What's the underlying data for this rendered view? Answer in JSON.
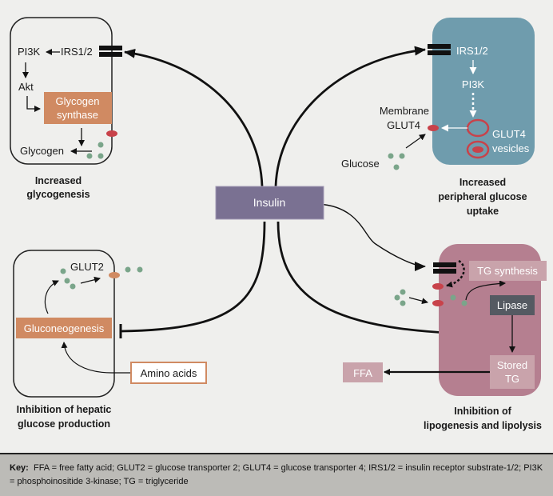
{
  "center": {
    "label": "Insulin"
  },
  "panels": {
    "glycogenesis": {
      "caption_line1": "Increased",
      "caption_line2": "glycogenesis",
      "labels": {
        "pi3k": "PI3K",
        "irs": "IRS1/2",
        "akt": "Akt",
        "enzyme_line1": "Glycogen",
        "enzyme_line2": "synthase",
        "product": "Glycogen"
      }
    },
    "peripheral_uptake": {
      "caption_line1": "Increased",
      "caption_line2": "peripheral glucose",
      "caption_line3": "uptake",
      "labels": {
        "irs": "IRS1/2",
        "pi3k": "PI3K",
        "membrane_line1": "Membrane",
        "membrane_line2": "GLUT4",
        "vesicles_line1": "GLUT4",
        "vesicles_line2": "vesicles",
        "glucose": "Glucose"
      }
    },
    "hepatic": {
      "caption_line1": "Inhibition of hepatic",
      "caption_line2": "glucose production",
      "labels": {
        "glut2": "GLUT2",
        "process": "Gluconeogenesis",
        "substrate": "Amino acids"
      }
    },
    "lipid": {
      "caption_line1": "Inhibition of",
      "caption_line2": "lipogenesis and lipolysis",
      "labels": {
        "tg_synthesis": "TG synthesis",
        "lipase": "Lipase",
        "stored_line1": "Stored",
        "stored_line2": "TG",
        "ffa": "FFA"
      }
    }
  },
  "key": {
    "title": "Key:",
    "text": "FFA = free fatty acid; GLUT2 = glucose transporter 2; GLUT4 = glucose transporter 4; IRS1/2 = insulin receptor substrate-1/2; PI3K = phosphoinositide 3-kinase; TG = triglyceride"
  },
  "colors": {
    "insulin": "#7a7192",
    "liver_enzyme": "#d08a62",
    "muscle_cell": "#6f9cad",
    "adipocyte": "#b57f90",
    "glucose": "#7aa58a",
    "glut": "#c8424a"
  }
}
